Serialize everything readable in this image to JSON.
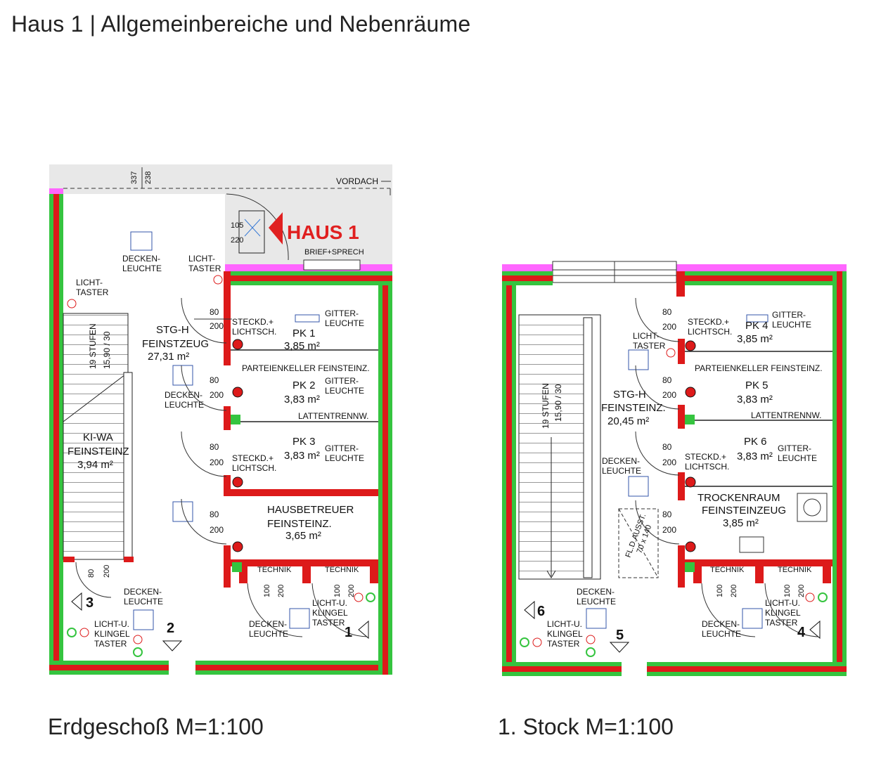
{
  "title": "Haus 1 | Allgemeinbereiche und Nebenräume",
  "colors": {
    "wall_red": "#dd1a1a",
    "insulation_green": "#35c43f",
    "facade_pink": "#ff66ff",
    "canopy_grey": "#e8e8e8",
    "line": "#111111"
  },
  "ground_floor": {
    "caption": "Erdgeschoß  M=1:100",
    "haus_label": "HAUS 1",
    "vordach": "VORDACH",
    "brief_sprech": "BRIEF+SPRECH",
    "dims_top": [
      "337",
      "238"
    ],
    "dims_door_entry": [
      "105",
      "220"
    ],
    "stairs": {
      "steps": "19 STUFEN",
      "rise": "15,90 / 30"
    },
    "rooms": [
      {
        "name": "STG-H",
        "material": "FEINSTZEUG",
        "area": "27,31 m²"
      },
      {
        "name": "KI-WA",
        "material": "FEINSTEINZ",
        "area": "3,94 m²"
      },
      {
        "name": "PK 1",
        "area": "3,85 m²"
      },
      {
        "name": "PK 2",
        "area": "3,83 m²"
      },
      {
        "name": "PK 3",
        "area": "3,83 m²"
      },
      {
        "name": "HAUSBETREUER",
        "material": "FEINSTEINZ.",
        "area": "3,65 m²"
      }
    ],
    "labels": {
      "decken_leuchte": [
        "DECKEN-",
        "LEUCHTE"
      ],
      "licht_taster": [
        "LICHT-",
        "TASTER"
      ],
      "steckd": [
        "STECKD.+",
        "LICHTSCH."
      ],
      "gitter": [
        "GITTER-",
        "LEUCHTE"
      ],
      "parteienkeller": "PARTEIENKELLER FEINSTEINZ.",
      "lattentrenn": "LATTENTRENNW.",
      "technik": "TECHNIK",
      "licht_klingel": [
        "LICHT-U.",
        "KLINGEL",
        "TASTER"
      ]
    },
    "door_dims": [
      "80",
      "200"
    ],
    "door_dims_technik": [
      "100",
      "200"
    ],
    "view_markers": [
      "1",
      "2",
      "3"
    ]
  },
  "first_floor": {
    "caption": "1. Stock  M=1:100",
    "stairs": {
      "steps": "19 STUFEN",
      "rise": "15,90 / 30"
    },
    "rooms": [
      {
        "name": "STG-H",
        "material": "FEINSTEINZ.",
        "area": "20,45 m²"
      },
      {
        "name": "PK 4",
        "area": "3,85 m²"
      },
      {
        "name": "PK 5",
        "area": "3,83 m²"
      },
      {
        "name": "PK 6",
        "area": "3,83 m²"
      },
      {
        "name": "TROCKENRAUM",
        "material": "FEINSTEINZEUG",
        "area": "3,85 m²"
      }
    ],
    "fl_ausst": [
      "FL.D.AUSST.",
      "70 x 140"
    ],
    "view_markers": [
      "4",
      "5",
      "6"
    ]
  }
}
